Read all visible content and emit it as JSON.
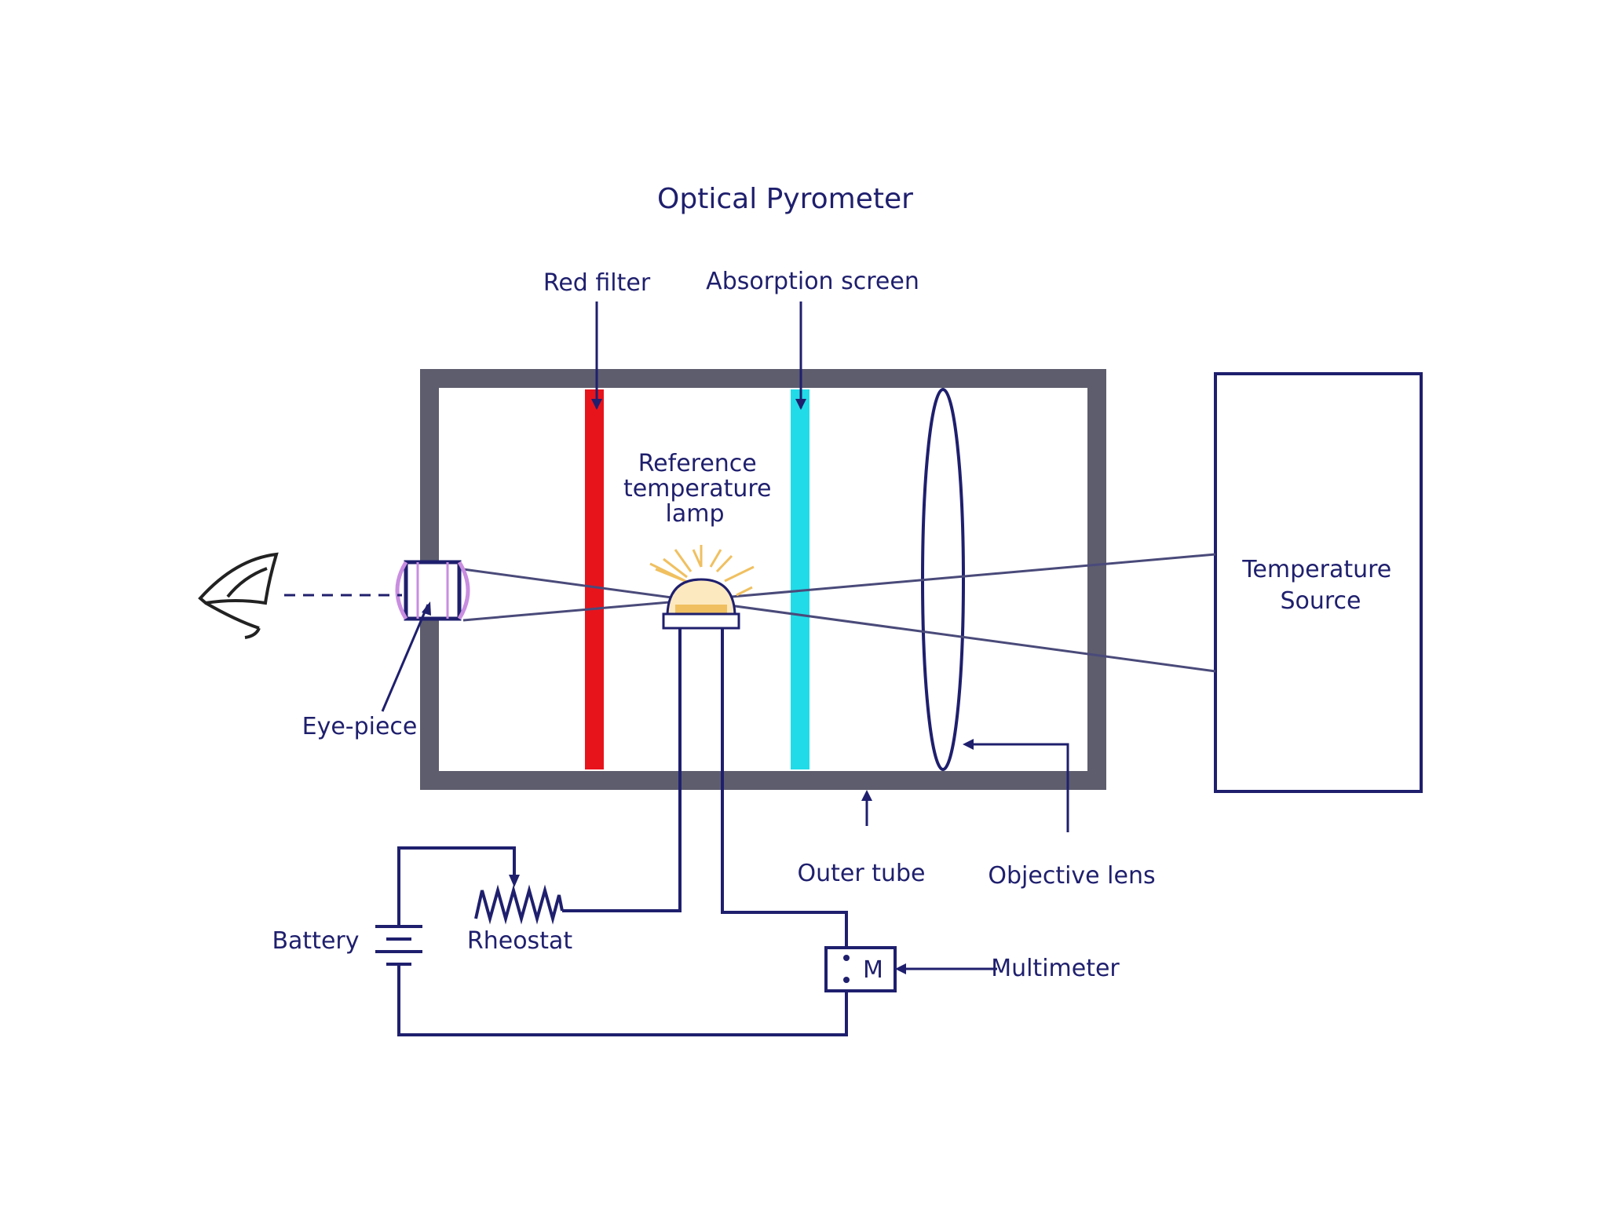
{
  "title": "Optical Pyrometer",
  "labels": {
    "red_filter": "Red filter",
    "absorption_screen": "Absorption screen",
    "reference_lamp": [
      "Reference",
      "temperature",
      "lamp"
    ],
    "temperature_source": [
      "Temperature",
      "Source"
    ],
    "eye_piece": "Eye-piece",
    "outer_tube": "Outer tube",
    "objective_lens": "Objective lens",
    "battery": "Battery",
    "rheostat": "Rheostat",
    "multimeter": "Multimeter",
    "multimeter_symbol": "M"
  },
  "colors": {
    "ink": "#1f1f6e",
    "tube": "#5d5d6e",
    "red_filter": "#e8141c",
    "absorption_screen": "#21dce8",
    "eyepiece": "#c98ee0",
    "lamp_glow": "#f0c060"
  }
}
